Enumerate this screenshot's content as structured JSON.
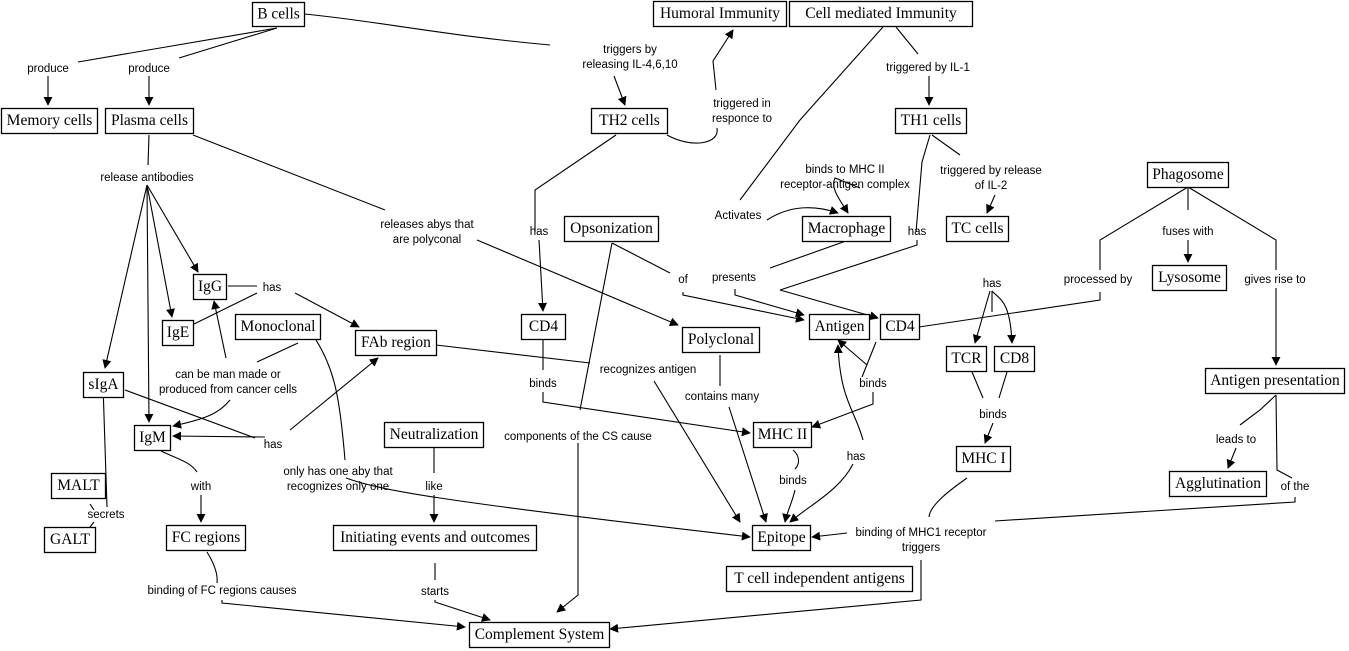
{
  "diagram": {
    "type": "concept-map",
    "colors": {
      "line": "#000000",
      "node_fill": "#ffffff",
      "node_border": "#000000"
    },
    "nodes": [
      {
        "id": "b_cells",
        "label": "B cells"
      },
      {
        "id": "humoral",
        "label": "Humoral Immunity"
      },
      {
        "id": "cell_mediated",
        "label": "Cell mediated Immunity"
      },
      {
        "id": "memory_cells",
        "label": "Memory cells"
      },
      {
        "id": "plasma_cells",
        "label": "Plasma cells"
      },
      {
        "id": "th2",
        "label": "TH2 cells"
      },
      {
        "id": "th1",
        "label": "TH1 cells"
      },
      {
        "id": "phagosome",
        "label": "Phagosome"
      },
      {
        "id": "opsonization",
        "label": "Opsonization"
      },
      {
        "id": "macrophage",
        "label": "Macrophage"
      },
      {
        "id": "tc_cells",
        "label": "TC cells"
      },
      {
        "id": "lysosome",
        "label": "Lysosome"
      },
      {
        "id": "igg",
        "label": "IgG"
      },
      {
        "id": "ige",
        "label": "IgE"
      },
      {
        "id": "monoclonal",
        "label": "Monoclonal"
      },
      {
        "id": "fab",
        "label": "FAb region"
      },
      {
        "id": "cd4_left",
        "label": "CD4"
      },
      {
        "id": "polyclonal",
        "label": "Polyclonal"
      },
      {
        "id": "antigen",
        "label": "Antigen"
      },
      {
        "id": "cd4_right",
        "label": "CD4"
      },
      {
        "id": "tcr",
        "label": "TCR"
      },
      {
        "id": "cd8",
        "label": "CD8"
      },
      {
        "id": "antigen_presentation",
        "label": "Antigen presentation"
      },
      {
        "id": "siga",
        "label": "sIgA"
      },
      {
        "id": "igm",
        "label": "IgM"
      },
      {
        "id": "neutralization",
        "label": "Neutralization"
      },
      {
        "id": "mhc2",
        "label": "MHC II"
      },
      {
        "id": "mhc1",
        "label": "MHC I"
      },
      {
        "id": "malt",
        "label": "MALT"
      },
      {
        "id": "agglutination",
        "label": "Agglutination"
      },
      {
        "id": "galt",
        "label": "GALT"
      },
      {
        "id": "fc_regions",
        "label": "FC regions"
      },
      {
        "id": "initiating",
        "label": "Initiating events and outcomes"
      },
      {
        "id": "epitope",
        "label": "Epitope"
      },
      {
        "id": "t_indep",
        "label": "T cell independent antigens"
      },
      {
        "id": "complement",
        "label": "Complement System"
      }
    ],
    "link_labels": [
      {
        "id": "produce1",
        "lines": [
          "produce"
        ]
      },
      {
        "id": "produce2",
        "lines": [
          "produce"
        ]
      },
      {
        "id": "triggers_il4",
        "lines": [
          "triggers by",
          "releasing IL-4,6,10"
        ]
      },
      {
        "id": "triggered_in_resp",
        "lines": [
          "triggered in",
          "responce to"
        ]
      },
      {
        "id": "triggered_il1",
        "lines": [
          "triggered by IL-1"
        ]
      },
      {
        "id": "release_abs",
        "lines": [
          "release antibodies"
        ]
      },
      {
        "id": "binds_mhc2_complex",
        "lines": [
          "binds to MHC II",
          "receptor-antigen complex"
        ]
      },
      {
        "id": "triggered_il2",
        "lines": [
          "triggered by release",
          "of IL-2"
        ]
      },
      {
        "id": "releases_polyclonal",
        "lines": [
          "releases abys that",
          "are polyconal"
        ]
      },
      {
        "id": "activates",
        "lines": [
          "Activates"
        ]
      },
      {
        "id": "has_th2",
        "lines": [
          "has"
        ]
      },
      {
        "id": "has_th1",
        "lines": [
          "has"
        ]
      },
      {
        "id": "fuses_with",
        "lines": [
          "fuses with"
        ]
      },
      {
        "id": "presents",
        "lines": [
          "presents"
        ]
      },
      {
        "id": "of_ops",
        "lines": [
          "of"
        ]
      },
      {
        "id": "has_igg",
        "lines": [
          "has"
        ]
      },
      {
        "id": "has_tc",
        "lines": [
          "has"
        ]
      },
      {
        "id": "processed_by",
        "lines": [
          "processed by"
        ]
      },
      {
        "id": "gives_rise",
        "lines": [
          "gives rise to"
        ]
      },
      {
        "id": "recognizes_antigen",
        "lines": [
          "recognizes antigen"
        ]
      },
      {
        "id": "can_be_man_made",
        "lines": [
          "can be man made or",
          "produced from cancer cells"
        ]
      },
      {
        "id": "binds_cd4l",
        "lines": [
          "binds"
        ]
      },
      {
        "id": "contains_many",
        "lines": [
          "contains many"
        ]
      },
      {
        "id": "binds_cd4r",
        "lines": [
          "binds"
        ]
      },
      {
        "id": "binds_tcr",
        "lines": [
          "binds"
        ]
      },
      {
        "id": "has_igm",
        "lines": [
          "has"
        ]
      },
      {
        "id": "leads_to",
        "lines": [
          "leads to"
        ]
      },
      {
        "id": "components_cs",
        "lines": [
          "components of the CS cause"
        ]
      },
      {
        "id": "has_antigen",
        "lines": [
          "has"
        ]
      },
      {
        "id": "with",
        "lines": [
          "with"
        ]
      },
      {
        "id": "only_one",
        "lines": [
          "only has one aby that",
          "recognizes only one"
        ]
      },
      {
        "id": "like",
        "lines": [
          "like"
        ]
      },
      {
        "id": "binds_mhc2",
        "lines": [
          "binds"
        ]
      },
      {
        "id": "of_the",
        "lines": [
          "of the"
        ]
      },
      {
        "id": "secrets",
        "lines": [
          "secrets"
        ]
      },
      {
        "id": "binding_mhc1",
        "lines": [
          "binding of MHC1 receptor",
          "triggers"
        ]
      },
      {
        "id": "binding_fc",
        "lines": [
          "binding of FC regions causes"
        ]
      },
      {
        "id": "starts",
        "lines": [
          "starts"
        ]
      }
    ]
  }
}
